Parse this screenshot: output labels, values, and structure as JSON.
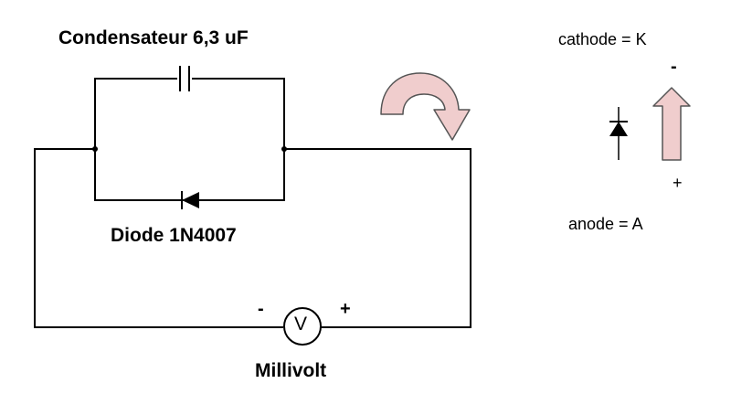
{
  "labels": {
    "capacitor": "Condensateur 6,3 uF",
    "diode": "Diode 1N4007",
    "meter": "Millivolt",
    "meter_symbol": "V",
    "meter_minus": "-",
    "meter_plus": "+",
    "cathode": "cathode = K",
    "anode": "anode = A",
    "arrow_minus": "-",
    "arrow_plus": "+"
  },
  "colors": {
    "wire": "#000000",
    "arrow_fill": "#f0cdcd",
    "arrow_stroke": "#555555"
  },
  "icons": {
    "curved_arrow": "clockwise-curved-arrow-icon",
    "vertical_arrow": "up-arrow-icon",
    "diode_symbol": "diode-icon",
    "capacitor_symbol": "capacitor-icon",
    "voltmeter_symbol": "voltmeter-icon"
  }
}
